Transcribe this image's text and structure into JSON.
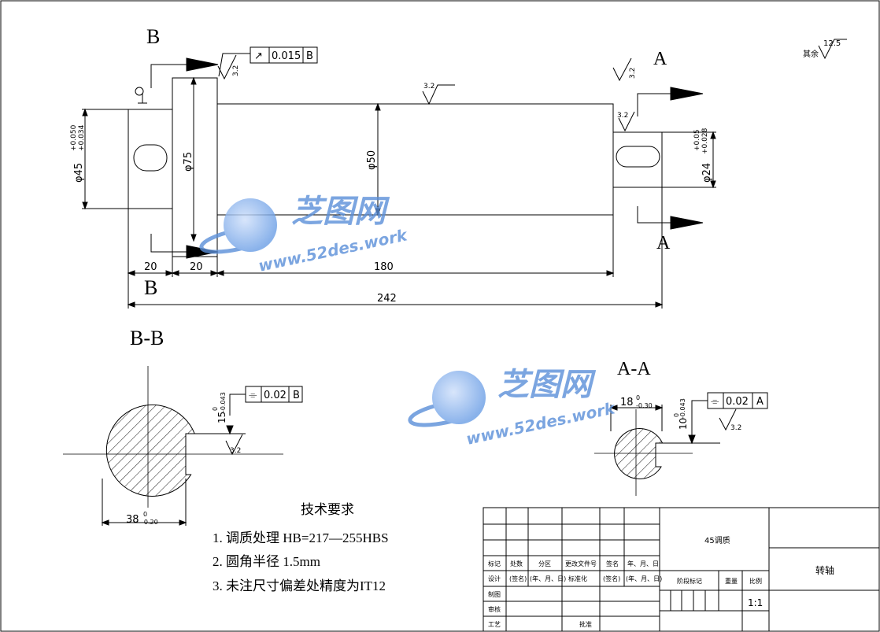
{
  "views": {
    "main": {
      "section_mark_b": "B",
      "section_mark_a": "A",
      "dim_d45": "φ45",
      "dim_d45_tol_upper": "+0.050",
      "dim_d45_tol_lower": "+0.034",
      "dim_d75": "φ75",
      "dim_d50": "φ50",
      "dim_d24": "φ24",
      "dim_d24_tol_upper": "+0.05",
      "dim_d24_tol_lower": "+0.028",
      "dim_len_20a": "20",
      "dim_len_20b": "20",
      "dim_len_180": "180",
      "dim_len_242": "242",
      "gtol_symbol": "↗",
      "gtol_value": "0.015",
      "gtol_datum": "B",
      "roughness_left": "3.2",
      "roughness_mid": "3.2",
      "roughness_right_top": "3.2",
      "roughness_right_key": "3.2",
      "roughness_other_label": "其余",
      "roughness_other_value": "12.5"
    },
    "section_bb": {
      "title": "B-B",
      "sym_value": "0.02",
      "sym_datum": "B",
      "sym_symbol": "⌯",
      "key_depth": "15",
      "key_depth_tol_upper": "0",
      "key_depth_tol_lower": "-0.043",
      "roughness": "3.2",
      "width": "38",
      "width_tol_upper": "0",
      "width_tol_lower": "-0.20"
    },
    "section_aa": {
      "title": "A-A",
      "sym_value": "0.02",
      "sym_datum": "A",
      "sym_symbol": "⌯",
      "key_depth": "10",
      "key_depth_tol_upper": "0",
      "key_depth_tol_lower": "-0.043",
      "roughness": "3.2",
      "width": "18",
      "width_tol_upper": "0",
      "width_tol_lower": "-0.30"
    }
  },
  "tech_requirements": {
    "title": "技术要求",
    "items": [
      "1. 调质处理 HB=217—255HBS",
      "2. 圆角半径  1.5mm",
      "3. 未注尺寸偏差处精度为IT12"
    ]
  },
  "title_block": {
    "material": "45调质",
    "part_name": "转轴",
    "scale": "1:1",
    "headers": [
      "标记",
      "处数",
      "分区",
      "更改文件号",
      "签名",
      "年、月、日"
    ],
    "design_row": [
      "设计",
      "(签名)",
      "(年、月、日)",
      "标准化",
      "(签名)",
      "(年、月、日)"
    ],
    "rows": [
      "制图",
      "审核",
      "工艺"
    ],
    "approve": "批准",
    "stage_label": "阶段标记",
    "weight_label": "重量",
    "scale_label": "比例"
  },
  "watermark": {
    "brand": "芝图网",
    "url": "www.52des.work"
  },
  "colors": {
    "line": "#000000",
    "watermark": "#5b8fd9"
  }
}
